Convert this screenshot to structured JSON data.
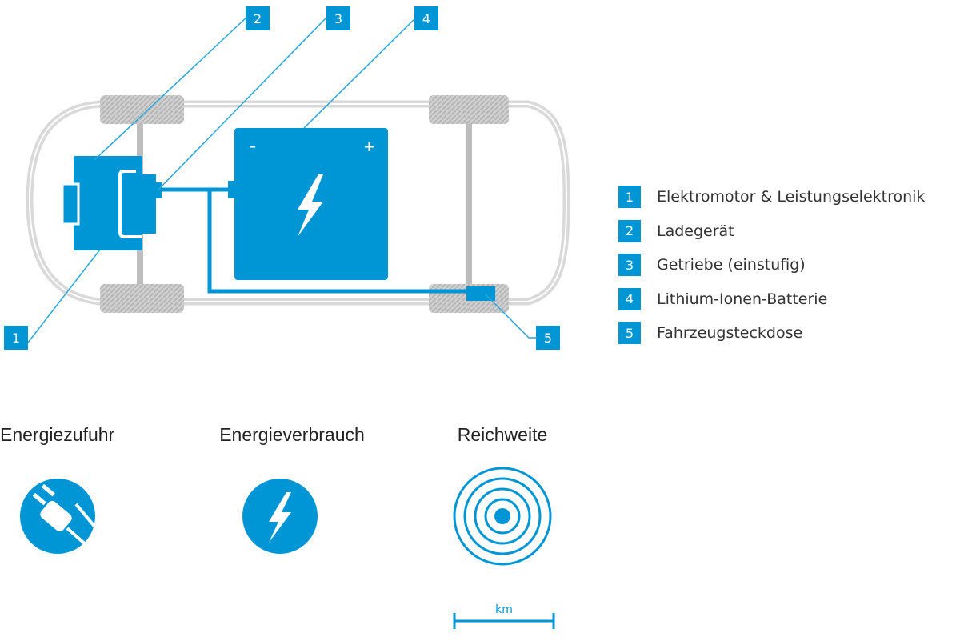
{
  "callout_numbers": [
    "1",
    "2",
    "3",
    "4",
    "5"
  ],
  "battery": {
    "minus": "–",
    "plus": "+"
  },
  "legend": [
    {
      "number": "1",
      "label": "Elektromotor & Leistungselektronik"
    },
    {
      "number": "2",
      "label": "Ladegerät"
    },
    {
      "number": "3",
      "label": "Getriebe (einstufig)"
    },
    {
      "number": "4",
      "label": "Lithium-Ionen-Batterie"
    },
    {
      "number": "5",
      "label": "Fahrzeugsteckdose"
    }
  ],
  "icons": {
    "supply": {
      "title": "Energiezufuhr",
      "icon": "plug-icon"
    },
    "consumption": {
      "title": "Energieverbrauch",
      "icon": "lightning-icon"
    },
    "range": {
      "title": "Reichweite",
      "icon": "concentric-circles-icon",
      "unit": "km"
    }
  },
  "colors": {
    "accent": "#0096d6",
    "outline": "#d9d9d9",
    "tire": "#cfcfcf"
  }
}
